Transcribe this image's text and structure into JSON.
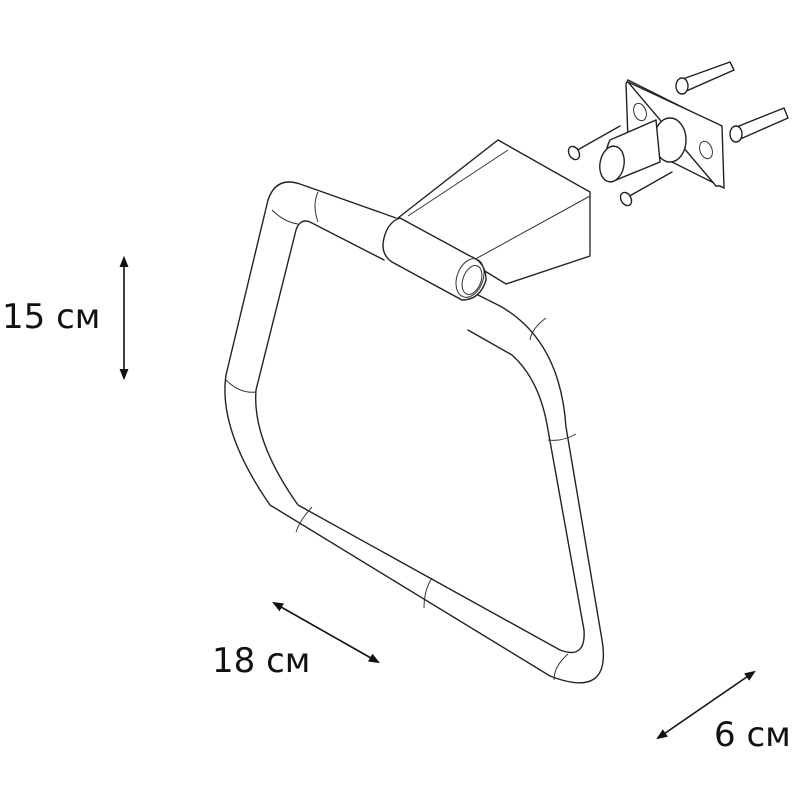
{
  "drawing": {
    "subject": "towel ring technical drawing",
    "line_color": "#222222",
    "background": "#ffffff"
  },
  "dimensions": {
    "height": {
      "label": "15 см",
      "value": 15,
      "unit": "см"
    },
    "width": {
      "label": "18 см",
      "value": 18,
      "unit": "см"
    },
    "depth": {
      "label": "6 см",
      "value": 6,
      "unit": "см"
    }
  },
  "parts": {
    "ring": "towel-ring",
    "holder": "wall-holder-block",
    "mounting_plate": "mounting-plate",
    "screws": 2,
    "wall_plugs": 2
  }
}
